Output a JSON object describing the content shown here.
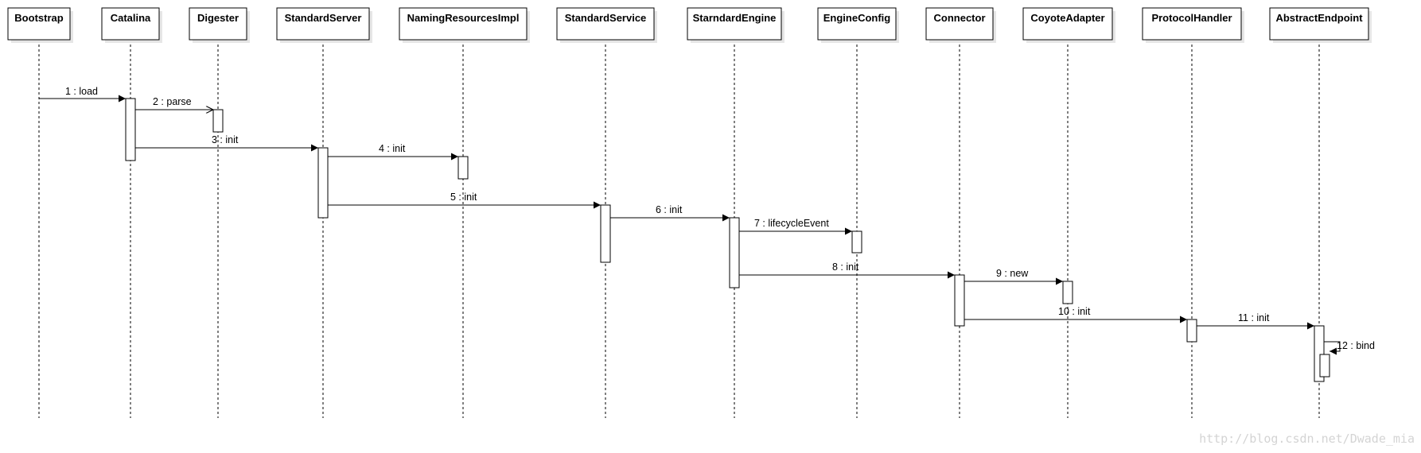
{
  "participants": [
    {
      "id": "bootstrap",
      "label": "Bootstrap"
    },
    {
      "id": "catalina",
      "label": "Catalina"
    },
    {
      "id": "digester",
      "label": "Digester"
    },
    {
      "id": "standardserver",
      "label": "StandardServer"
    },
    {
      "id": "namingresourcesimpl",
      "label": "NamingResourcesImpl"
    },
    {
      "id": "standardservice",
      "label": "StandardService"
    },
    {
      "id": "starndardengine",
      "label": "StarndardEngine"
    },
    {
      "id": "engineconfig",
      "label": "EngineConfig"
    },
    {
      "id": "connector",
      "label": "Connector"
    },
    {
      "id": "coyoteadapter",
      "label": "CoyoteAdapter"
    },
    {
      "id": "protocolhandler",
      "label": "ProtocolHandler"
    },
    {
      "id": "abstractendpoint",
      "label": "AbstractEndpoint"
    }
  ],
  "messages": [
    {
      "id": "m1",
      "label": "1 : load",
      "from": "bootstrap",
      "to": "catalina",
      "arrow": "filled"
    },
    {
      "id": "m2",
      "label": "2 : parse",
      "from": "catalina",
      "to": "digester",
      "arrow": "open"
    },
    {
      "id": "m3",
      "label": "3 : init",
      "from": "catalina",
      "to": "standardserver",
      "arrow": "filled"
    },
    {
      "id": "m4",
      "label": "4 : init",
      "from": "standardserver",
      "to": "namingresourcesimpl",
      "arrow": "filled"
    },
    {
      "id": "m5",
      "label": "5 : init",
      "from": "standardserver",
      "to": "standardservice",
      "arrow": "filled"
    },
    {
      "id": "m6",
      "label": "6 : init",
      "from": "standardservice",
      "to": "starndardengine",
      "arrow": "filled"
    },
    {
      "id": "m7",
      "label": "7 : lifecycleEvent",
      "from": "starndardengine",
      "to": "engineconfig",
      "arrow": "filled"
    },
    {
      "id": "m8",
      "label": "8 : init",
      "from": "starndardengine",
      "to": "connector",
      "arrow": "filled"
    },
    {
      "id": "m9",
      "label": "9 : new",
      "from": "connector",
      "to": "coyoteadapter",
      "arrow": "filled"
    },
    {
      "id": "m10",
      "label": "10 : init",
      "from": "connector",
      "to": "protocolhandler",
      "arrow": "filled"
    },
    {
      "id": "m11",
      "label": "11 : init",
      "from": "protocolhandler",
      "to": "abstractendpoint",
      "arrow": "filled"
    },
    {
      "id": "m12",
      "label": "12 : bind",
      "from": "abstractendpoint",
      "to": "abstractendpoint",
      "arrow": "filled"
    }
  ],
  "watermark": "http://blog.csdn.net/Dwade_mia",
  "colors": {
    "line": "#000000",
    "shadow": "#e6e6e6",
    "box": "#ffffff",
    "watermark": "#d4d4d4"
  }
}
